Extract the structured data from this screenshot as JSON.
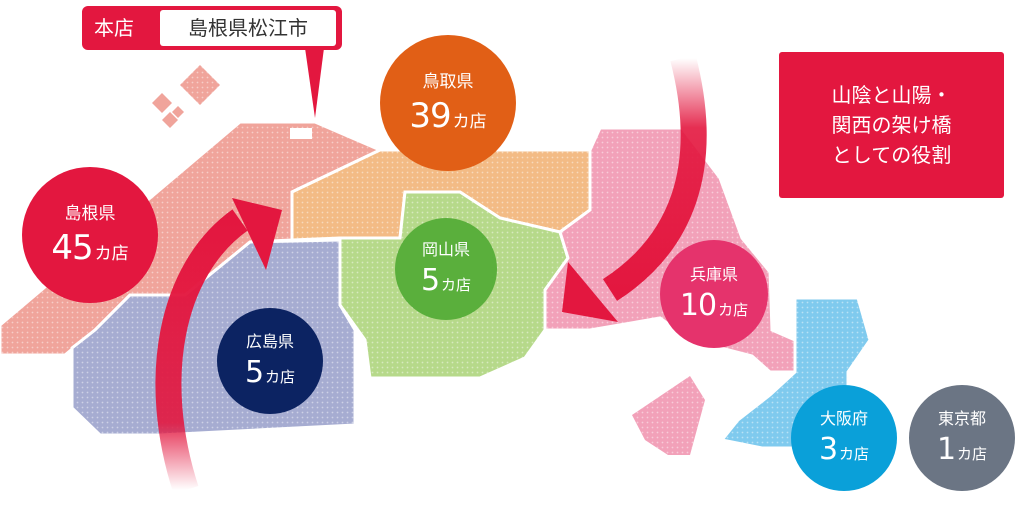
{
  "head_office": {
    "label": "本店",
    "location": "島根県松江市"
  },
  "role": {
    "lines": [
      "山陰と山陽・",
      "関西の架け橋",
      "としての役割"
    ]
  },
  "prefectures": [
    {
      "name": "島根県",
      "count": "45",
      "unit": "カ店",
      "color": "#e3173f",
      "map_color": "#f0a49b"
    },
    {
      "name": "鳥取県",
      "count": "39",
      "unit": "カ店",
      "color": "#e15f16",
      "map_color": "#f3bb85"
    },
    {
      "name": "岡山県",
      "count": "5",
      "unit": "カ店",
      "color": "#5aaf3c",
      "map_color": "#b6d98a"
    },
    {
      "name": "広島県",
      "count": "5",
      "unit": "カ店",
      "color": "#0c2362",
      "map_color": "#a6acd1"
    },
    {
      "name": "兵庫県",
      "count": "10",
      "unit": "カ店",
      "color": "#e5336c",
      "map_color": "#f2a1b9"
    },
    {
      "name": "大阪府",
      "count": "3",
      "unit": "カ店",
      "color": "#0aa0d9",
      "map_color": "#7fcaee"
    },
    {
      "name": "東京都",
      "count": "1",
      "unit": "カ店",
      "color": "#6b7584"
    }
  ],
  "colors": {
    "accent": "#e3173f",
    "arrow": "#e3173f"
  }
}
